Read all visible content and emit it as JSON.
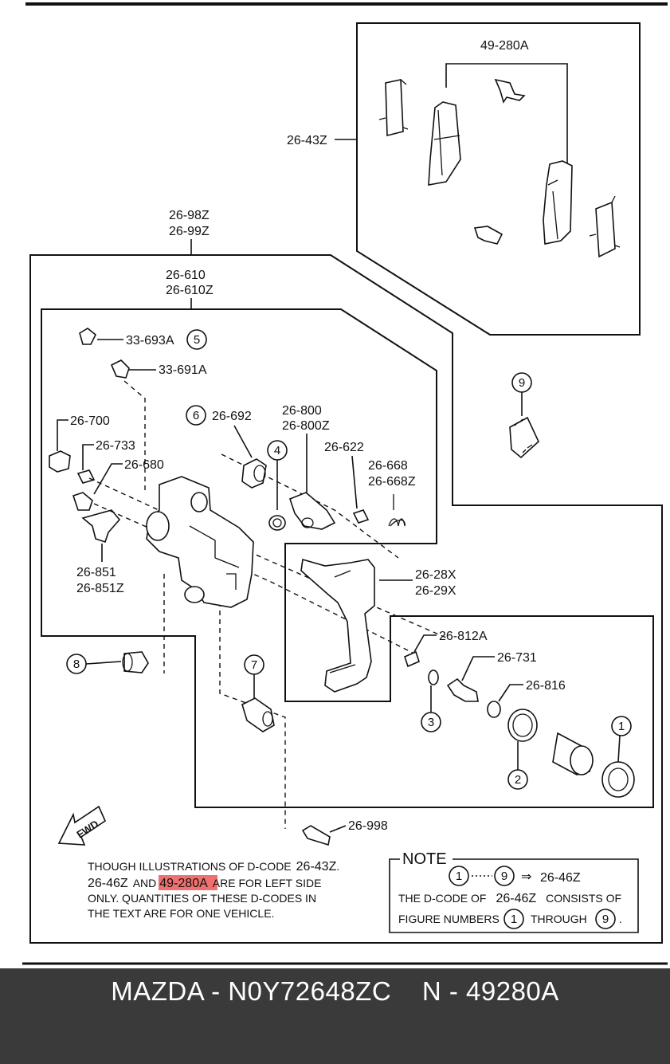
{
  "labels": {
    "pad_kit": "26-43Z",
    "pads": "49-280A",
    "caliper_l1": "26-98Z",
    "caliper_l2": "26-99Z",
    "body_l1": "26-610",
    "body_l2": "26-610Z",
    "bleeder_cap": "33-693A",
    "bleeder_screw": "33-691A",
    "bolt": "26-700",
    "bushing": "26-733",
    "bolt2": "26-680",
    "bracket_l1": "26-851",
    "bracket_l2": "26-851Z",
    "boot": "26-692",
    "lever_l1": "26-800",
    "lever_l2": "26-800Z",
    "nut": "26-622",
    "spring_l1": "26-668",
    "spring_l2": "26-668Z",
    "mount_l1": "26-28X",
    "mount_l2": "26-29X",
    "pin": "26-812A",
    "guide_bolt": "26-731",
    "washer": "26-816",
    "guide_pin": "26-998"
  },
  "circles": {
    "c1": "1",
    "c2": "2",
    "c3": "3",
    "c4": "4",
    "c5": "5",
    "c6": "6",
    "c7": "7",
    "c8": "8",
    "c9": "9"
  },
  "fwd": "FWD",
  "disclaimer": {
    "line1_a": "THOUGH ILLUSTRATIONS OF D-CODE",
    "line1_b": "26-43Z",
    "line1_c": ".",
    "line2_a": "26-46Z",
    "line2_b": "AND",
    "line2_highlight": "49-280A",
    "line2_c": "ARE FOR LEFT SIDE",
    "line3": "ONLY. QUANTITIES OF THESE D-CODES IN",
    "line4": "THE TEXT ARE FOR ONE VEHICLE."
  },
  "note": {
    "title": "NOTE",
    "n1": "1",
    "n9": "9",
    "arrow": "⇒",
    "code": "26-46Z",
    "line2_a": "THE D-CODE OF",
    "line2_b": "26-46Z",
    "line2_c": "CONSISTS OF",
    "line3_a": "FIGURE NUMBERS",
    "line3_b": "1",
    "line3_c": "THROUGH",
    "line3_d": "9",
    "line3_e": "."
  },
  "footer": {
    "text": "MAZDA - N0Y72648ZC    N - 49280A"
  },
  "colors": {
    "highlight": "#f07070",
    "footer_bg": "#3a3a3a",
    "footer_text": "#ffffff"
  }
}
